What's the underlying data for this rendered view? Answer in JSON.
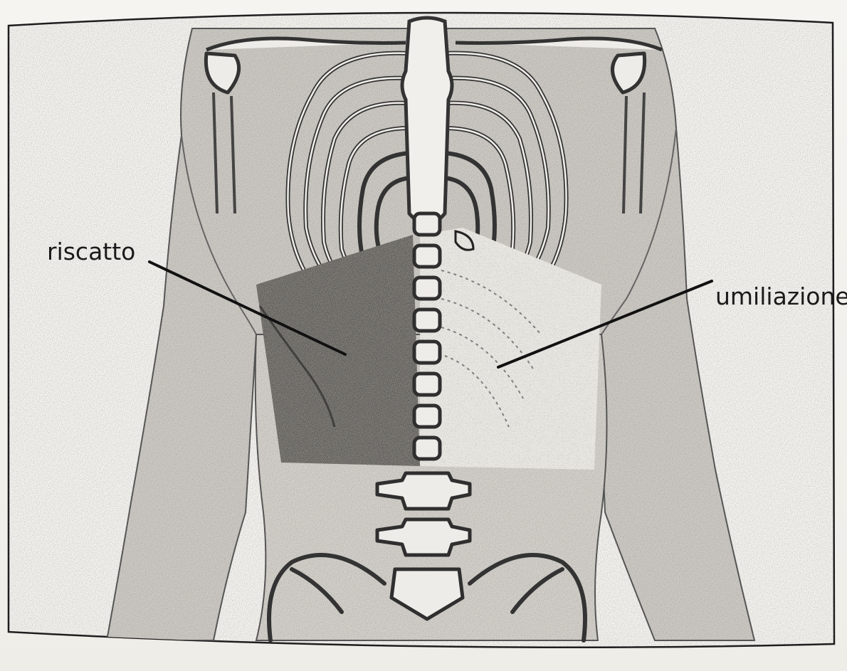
{
  "figure": {
    "labels": {
      "left": "riscatto",
      "right": "umiliazione"
    },
    "regions": [
      {
        "name": "left-abdominal-region",
        "label": "riscatto",
        "texture": "dense-stipple"
      },
      {
        "name": "right-abdominal-region",
        "label": "umiliazione",
        "texture": "light-stipple"
      }
    ],
    "colors": {
      "skin": "#cfccc6",
      "bone_outline": "#3a3a3a",
      "bone_fill": "#f1f0ec",
      "border": "#1c1c1c",
      "background": "#f5f4f0"
    }
  }
}
